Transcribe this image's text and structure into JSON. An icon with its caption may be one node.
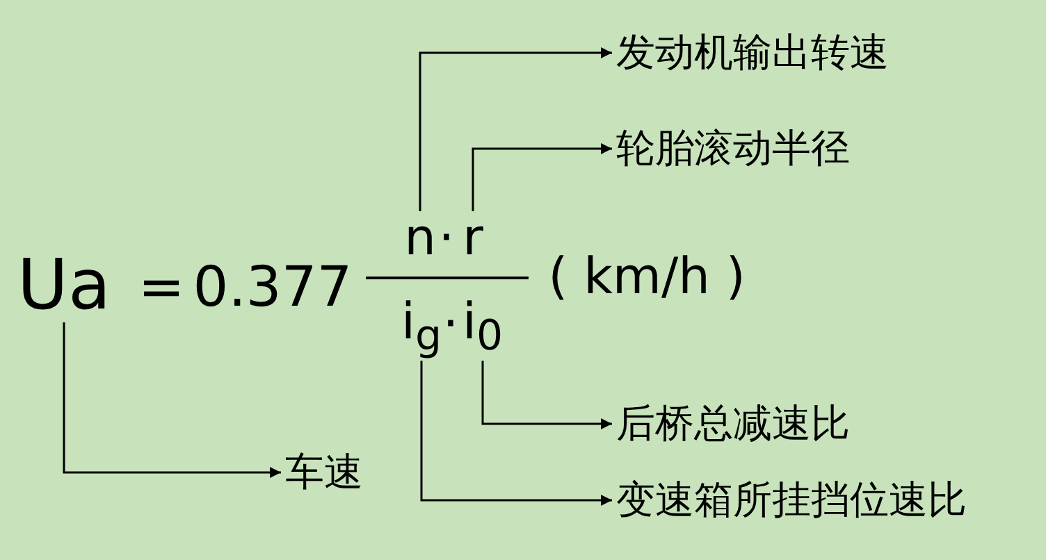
{
  "diagram": {
    "nodes": [
      {
        "text": [
          "发动机输出转速"
        ]
      },
      {
        "text": [
          "轮胎滚动半径"
        ]
      },
      {
        "text": [
          "Ua"
        ]
      },
      {
        "text": [
          "n"
        ]
      },
      {
        "text": [
          "r"
        ]
      },
      {
        "text": [
          "i$_{g}$"
        ]
      },
      {
        "text": [
          "i$_{0}$"
        ]
      },
      {
        "text": [
          "后桥总减速比"
        ]
      },
      {
        "text": [
          "车速"
        ]
      },
      {
        "text": [
          "变速箱所挂挡位速比"
        ]
      }
    ],
    "edges": [
      {
        "from": 3,
        "to": 0,
        "arrow": "to"
      },
      {
        "from": 4,
        "to": 1,
        "arrow": "to"
      },
      {
        "from": 6,
        "to": 7,
        "arrow": "to"
      },
      {
        "from": 2,
        "to": 8,
        "arrow": "to"
      },
      {
        "from": 5,
        "to": 9,
        "arrow": "to"
      }
    ],
    "labels": [
      "=",
      "0.377",
      "·",
      "·",
      "( km/h )"
    ]
  }
}
